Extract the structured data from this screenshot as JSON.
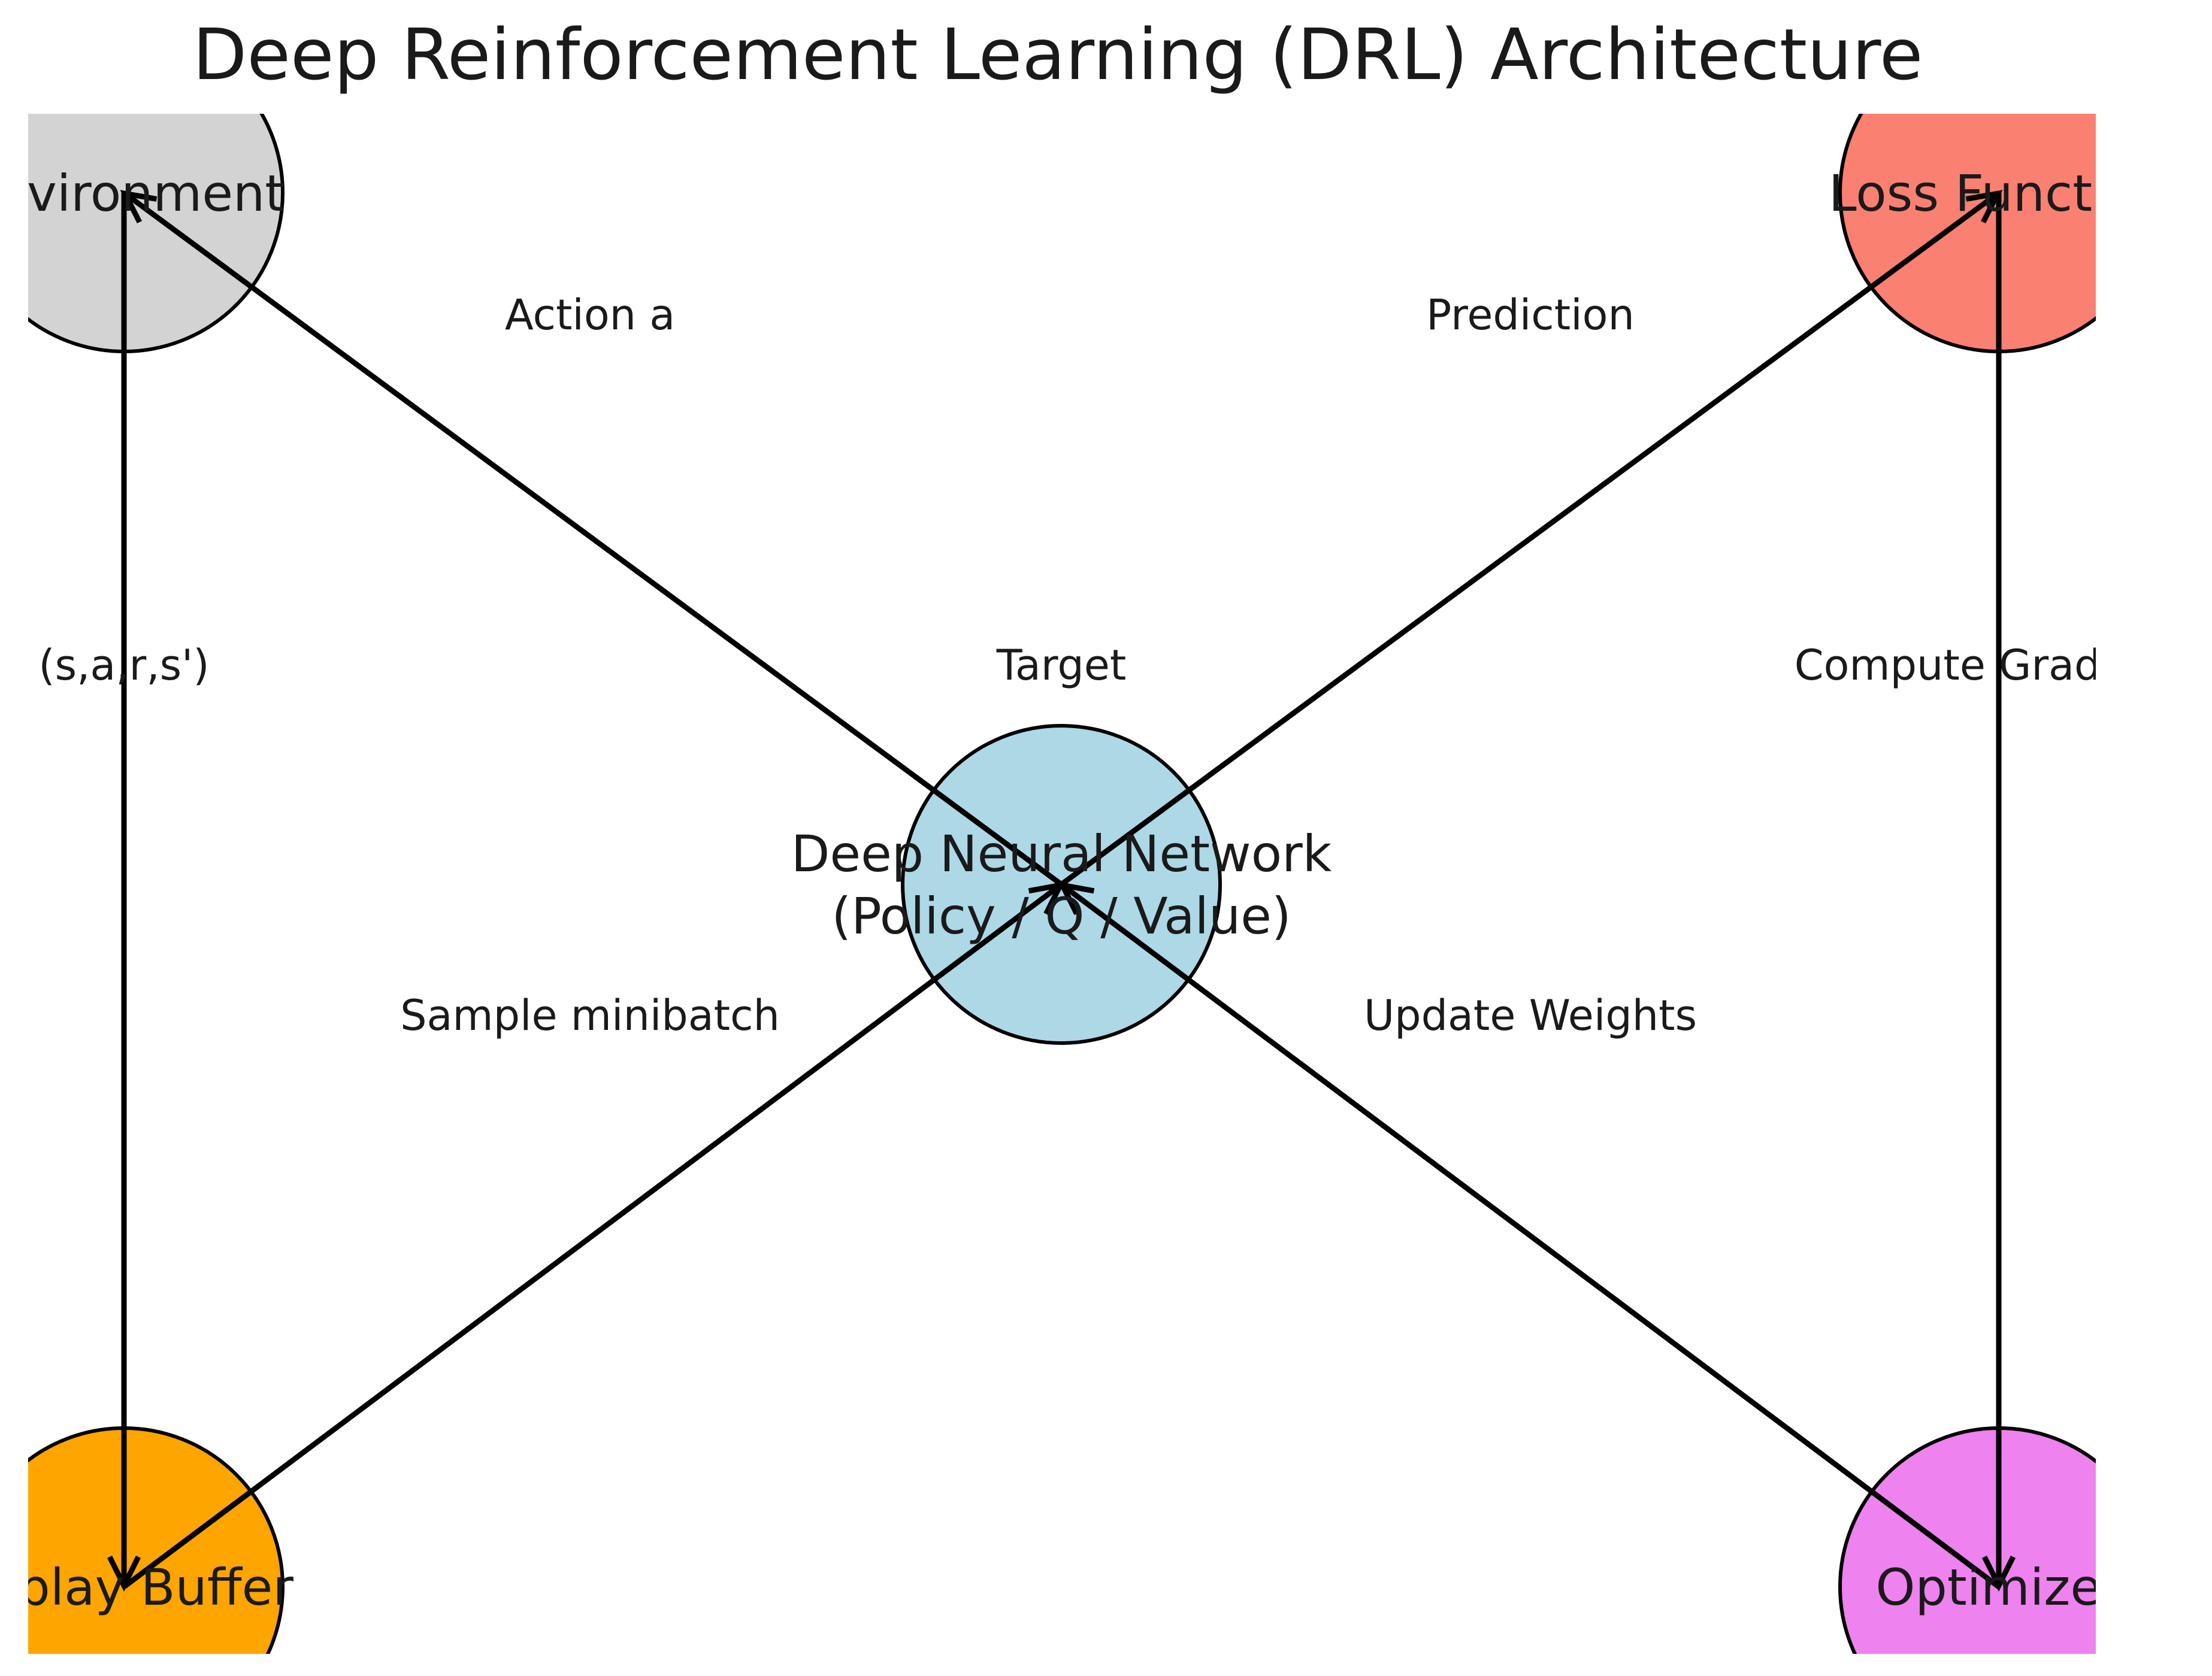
{
  "title": "Deep Reinforcement Learning (DRL) Architecture",
  "nodes": [
    {
      "id": "dnn",
      "label_lines": [
        "Deep Neural Network",
        "(Policy / Q / Value)"
      ],
      "color": "#add8e6"
    },
    {
      "id": "env",
      "label_lines": [
        "Environment"
      ],
      "color": "#d3d3d3"
    },
    {
      "id": "loss",
      "label_lines": [
        "Loss Function"
      ],
      "color": "#fa8072"
    },
    {
      "id": "buffer",
      "label_lines": [
        "Replay Buffer"
      ],
      "color": "#ffa500"
    },
    {
      "id": "opt",
      "label_lines": [
        "Optimizer"
      ],
      "color": "#ee82ee"
    }
  ],
  "edges": [
    {
      "id": "action",
      "from": "dnn",
      "to": "env",
      "label": "Action a"
    },
    {
      "id": "transition",
      "from": "env",
      "to": "buffer",
      "label": "(s,a,r,s')"
    },
    {
      "id": "sample",
      "from": "buffer",
      "to": "dnn",
      "label": "Sample minibatch"
    },
    {
      "id": "prediction",
      "from": "dnn",
      "to": "loss",
      "label": "Prediction"
    },
    {
      "id": "gradients",
      "from": "loss",
      "to": "opt",
      "label": "Compute Gradients"
    },
    {
      "id": "update",
      "from": "opt",
      "to": "dnn",
      "label": "Update Weights"
    },
    {
      "id": "target",
      "from": "dnn",
      "to": "dnn",
      "label": "Target"
    }
  ]
}
